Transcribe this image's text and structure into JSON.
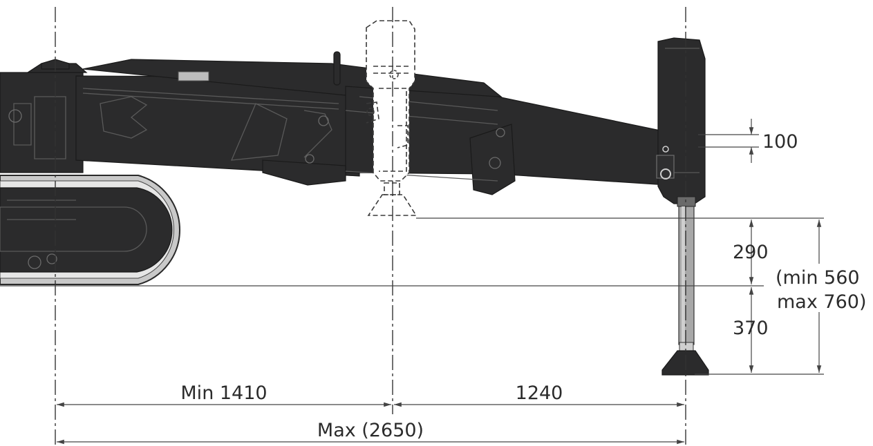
{
  "dimensions": {
    "outrigger_drop": "100",
    "height_upper": "290",
    "height_lower": "370",
    "height_range_line1": "(min 560",
    "height_range_line2": "max 760)",
    "length_min": "Min 1410",
    "length_extension": "1240",
    "length_max": "Max (2650)"
  }
}
